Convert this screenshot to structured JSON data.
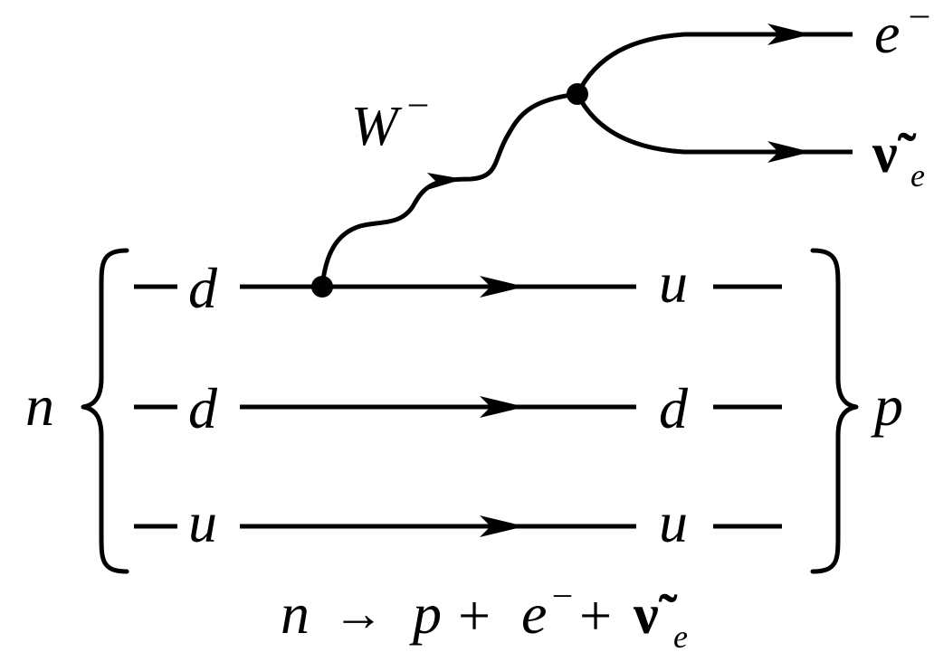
{
  "left_hadron": "n",
  "right_hadron": "p",
  "boson": {
    "symbol": "W",
    "charge": "–"
  },
  "outgoing": {
    "electron": {
      "symbol": "e",
      "charge": "–"
    },
    "antineutrino": {
      "symbol": "ν̃",
      "subscript": "e"
    }
  },
  "quark_lines": [
    {
      "initial": "d",
      "final": "u"
    },
    {
      "initial": "d",
      "final": "d"
    },
    {
      "initial": "u",
      "final": "u"
    }
  ],
  "equation": {
    "lhs": "n",
    "arrow": "→",
    "term1": "p",
    "plus1": "+",
    "term2": "e",
    "term2_charge": "–",
    "plus2": "+",
    "term3": "ν̃",
    "term3_subscript": "e"
  }
}
